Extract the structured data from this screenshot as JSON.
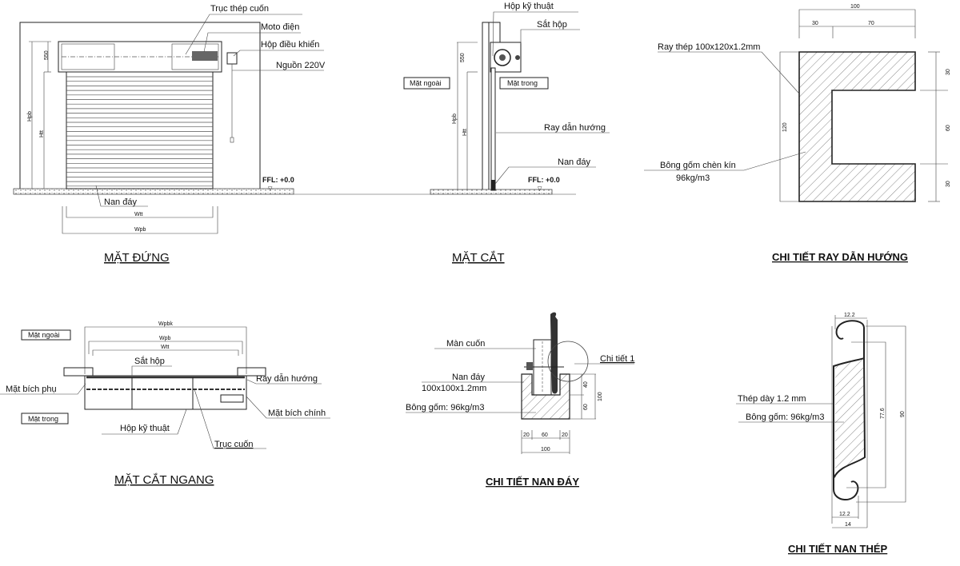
{
  "elevation": {
    "title": "MẶT ĐỨNG",
    "labels": {
      "shaft": "Trục thép cuốn",
      "motor": "Moto điện",
      "control_box": "Hộp điều khiển",
      "power": "Nguồn 220V",
      "bottom_bar": "Nan đáy",
      "ffl": "FFL: +0.0"
    },
    "dims": {
      "box_h": "550",
      "hpb": "Hpb",
      "htt": "Htt",
      "wtt": "Wtt",
      "wpb": "Wpb"
    }
  },
  "section": {
    "title": "MẶT CẮT",
    "labels": {
      "tech_box": "Hộp kỹ thuật",
      "steel_box": "Sắt hộp",
      "outside": "Mặt ngoài",
      "inside": "Mặt trong",
      "guide_rail": "Ray dẫn hướng",
      "bottom_bar": "Nan đáy",
      "ffl": "FFL: +0.0"
    },
    "dims": {
      "box_h": "550",
      "hpb": "Hpb",
      "htt": "Htt"
    }
  },
  "rail_detail": {
    "title": "CHI TIẾT RAY DẪN HƯỚNG",
    "labels": {
      "rail": "Ray thép 100x120x1.2mm",
      "fill": "Bông gốm chèn kín",
      "density": "96kg/m3"
    },
    "dims": {
      "total_w": "100",
      "w1": "30",
      "w2": "70",
      "total_h": "120",
      "h1": "30",
      "h2": "60",
      "h3": "30"
    }
  },
  "plan_section": {
    "title": "MẶT CẮT NGANG",
    "labels": {
      "outside": "Mặt ngoài",
      "inside": "Mặt trong",
      "steel_box": "Sắt hộp",
      "guide_rail": "Ray dẫn hướng",
      "sub_flange": "Mặt bích phụ",
      "main_flange": "Mặt bích chính",
      "tech_box": "Hộp kỹ thuật",
      "roller": "Trục cuốn"
    },
    "dims": {
      "wpbk": "Wpbk",
      "wpb": "Wpb",
      "wtt": "Wtt"
    }
  },
  "bottom_detail": {
    "title": "CHI TIẾT NAN ĐÁY",
    "labels": {
      "curtain": "Màn cuốn",
      "detail_ref": "Chi tiết 1",
      "bottom_bar": "Nan đáy",
      "bar_size": "100x100x1.2mm",
      "fill": "Bông gốm: 96kg/m3"
    },
    "dims": {
      "h1": "40",
      "h2": "60",
      "total_h": "100",
      "w1": "20",
      "w2": "60",
      "w3": "20",
      "total_w": "100"
    }
  },
  "slat_detail": {
    "title": "CHI TIẾT NAN THÉP",
    "labels": {
      "steel": "Thép dày 1.2 mm",
      "fill": "Bông gốm: 96kg/m3"
    },
    "dims": {
      "top_w": "12.2",
      "bottom_w": "12.2",
      "total_w": "14",
      "inner_h": "77.6",
      "total_h": "90"
    }
  }
}
